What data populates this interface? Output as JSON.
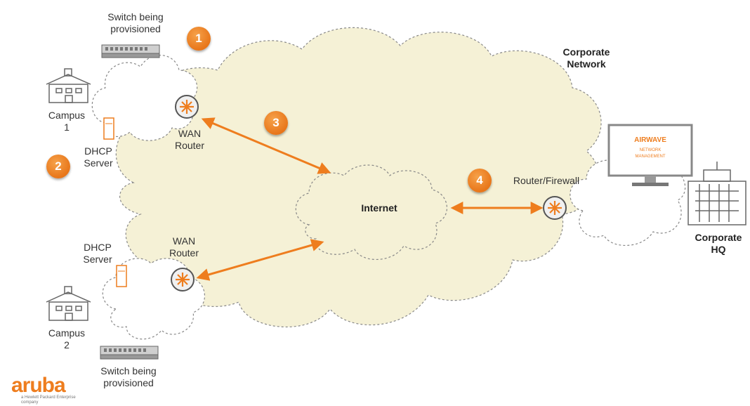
{
  "labels": {
    "switch_top": "Switch being\nprovisioned",
    "campus1": "Campus\n1",
    "dhcp_top": "DHCP\nServer",
    "wan_top": "WAN\nRouter",
    "corporate_network": "Corporate\nNetwork",
    "internet": "Internet",
    "router_firewall": "Router/Firewall",
    "corporate_hq": "Corporate\nHQ",
    "wan_bottom": "WAN\nRouter",
    "dhcp_bottom": "DHCP\nServer",
    "campus2": "Campus\n2",
    "switch_bottom": "Switch being\nprovisioned"
  },
  "badges": [
    "1",
    "2",
    "3",
    "4"
  ],
  "monitor": {
    "title": "AIRWAVE",
    "subtitle": "NETWORK\nMANAGEMENT"
  },
  "logo": {
    "name": "aruba",
    "tagline": "a Hewlett Packard Enterprise company"
  },
  "colors": {
    "cloud_fill": "#f5f1d6",
    "accent": "#ee7d1e",
    "outline": "#777777"
  }
}
